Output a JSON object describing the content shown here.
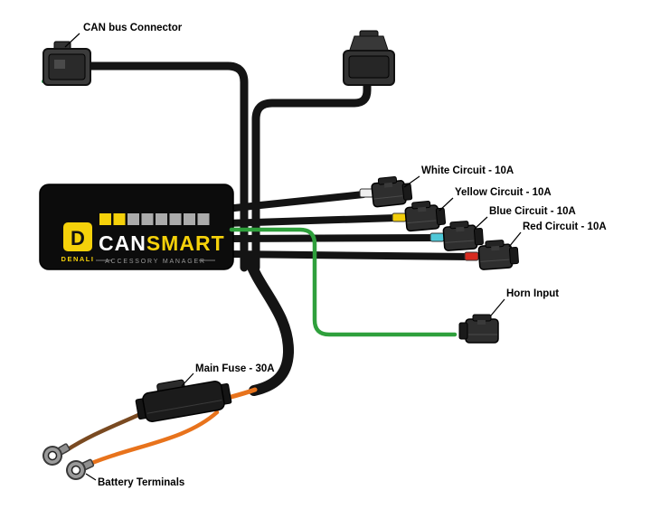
{
  "diagram": {
    "labels": {
      "can_bus": "CAN bus Connector",
      "white_circuit": "White Circuit - 10A",
      "yellow_circuit": "Yellow Circuit - 10A",
      "blue_circuit": "Blue Circuit - 10A",
      "red_circuit": "Red Circuit - 10A",
      "horn_input": "Horn Input",
      "main_fuse": "Main Fuse - 30A",
      "battery_terminals": "Battery Terminals"
    },
    "device": {
      "logo_letter": "D",
      "brand": "DENALI",
      "name_primary": "CAN",
      "name_secondary": "SMART",
      "tagline": "ACCESSORY MANAGER"
    },
    "colors": {
      "cable_black": "#141414",
      "accent_yellow": "#F5D10A",
      "wire_green": "#2FA03C",
      "wire_orange": "#E8731C",
      "wire_brown": "#7A4A21",
      "stub_white": "#EFEFEF",
      "stub_yellow": "#F2CE0C",
      "stub_blue": "#4FC8D8",
      "stub_red": "#D62B20"
    }
  }
}
